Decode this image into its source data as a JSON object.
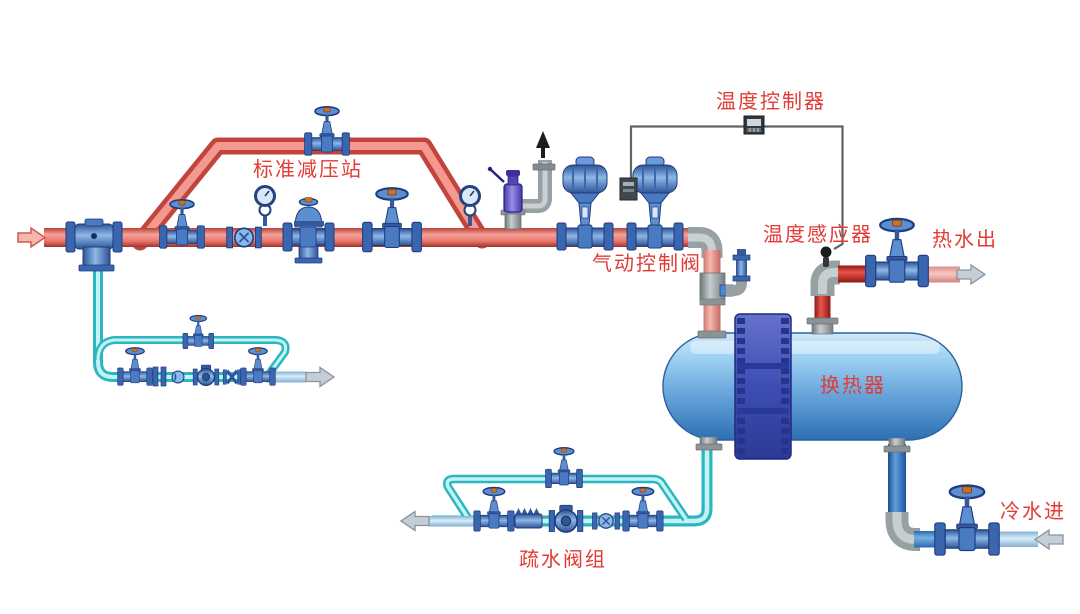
{
  "labels": {
    "pressure_reducing_station": "标准减压站",
    "temperature_controller": "温度控制器",
    "temperature_sensor": "温度感应器",
    "hot_water_out": "热水出",
    "pneumatic_control_valve": "气动控制阀",
    "heat_exchanger": "换热器",
    "trap_valve_group": "疏水阀组",
    "cold_water_in": "冷水进"
  },
  "colors": {
    "label_text": "#e23b35",
    "steam_pipe_salmon": "#ee7168",
    "hot_water_pipe_red": "#d6322a",
    "condensate_pipe_cyan": "#3ec8d2",
    "cold_water_pipe_blue": "#2f6fbe",
    "outlet_pipe_pale": "#b9d9ef",
    "vent_pipe_gray": "#98a0a4",
    "valve_body_blue": "#5d8fd0",
    "valve_outline_navy": "#1e3c80",
    "relief_valve_purple": "#6a58c8",
    "handwheel_cap_orange": "#c4732f",
    "exchanger_shell_blue": "#79b7e8",
    "exchanger_head_indigo": "#3c4cb0",
    "signal_line_gray": "#63686c",
    "background": "#ffffff"
  }
}
